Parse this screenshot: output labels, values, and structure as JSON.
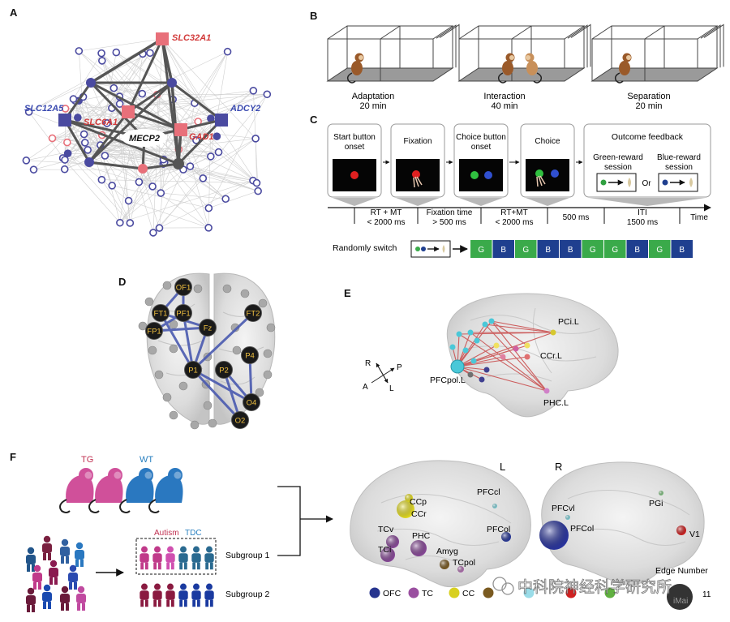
{
  "panels": {
    "a": "A",
    "b": "B",
    "c": "C",
    "d": "D",
    "e": "E",
    "f": "F"
  },
  "panel_a": {
    "center_gene": "MECP2",
    "genes_red": [
      "SLC32A1",
      "SLC6A1",
      "GAD1"
    ],
    "genes_blue": [
      "SLC12A5",
      "ADCY2"
    ],
    "colors": {
      "red": "#e8707a",
      "blue": "#4a4aa0",
      "edge_dark": "#555555",
      "edge_light": "#cfcfcf"
    }
  },
  "panel_b": {
    "stages": [
      {
        "name": "Adaptation",
        "duration": "20 min"
      },
      {
        "name": "Interaction",
        "duration": "40 min"
      },
      {
        "name": "Separation",
        "duration": "20 min"
      }
    ]
  },
  "panel_c": {
    "boxes": {
      "start": [
        "Start button",
        "onset"
      ],
      "fixation": "Fixation",
      "choice_onset": [
        "Choice button",
        "onset"
      ],
      "choice": "Choice",
      "outcome": "Outcome feedback",
      "green_session": [
        "Green-reward",
        "session"
      ],
      "blue_session": [
        "Blue-reward",
        "session"
      ],
      "or": "Or"
    },
    "timeline": [
      [
        "RT + MT",
        "< 2000 ms"
      ],
      [
        "Fixation time",
        "> 500 ms"
      ],
      [
        "RT+MT",
        "< 2000 ms"
      ],
      [
        "500 ms"
      ],
      [
        "ITI",
        "1500 ms"
      ]
    ],
    "time_label": "Time",
    "switch_label": "Randomly switch",
    "sequence": [
      "G",
      "B",
      "G",
      "B",
      "B",
      "G",
      "G",
      "B",
      "G",
      "B"
    ],
    "colors": {
      "green": "#3aaa4a",
      "blue": "#1f3f8f"
    }
  },
  "panel_d": {
    "electrodes": [
      "OF1",
      "FT1",
      "PF1",
      "FP1",
      "Fz",
      "FT2",
      "P4",
      "P1",
      "P2",
      "O4",
      "O2"
    ]
  },
  "panel_e": {
    "regions": [
      "PCi.L",
      "CCr.L",
      "PFCpol.L",
      "PHC.L"
    ],
    "axes": {
      "r": "R",
      "p": "P",
      "a": "A",
      "l": "L"
    }
  },
  "panel_f": {
    "tg": "TG",
    "wt": "WT",
    "autism": "Autism",
    "tdc": "TDC",
    "subgroup1": "Subgroup 1",
    "subgroup2": "Subgroup 2",
    "hemi_left": "L",
    "hemi_right": "R",
    "left_labels": [
      "CCp",
      "CCr",
      "PFCcl",
      "TCv",
      "PHC",
      "PFCol",
      "TCi",
      "Amyg",
      "TCpol"
    ],
    "right_labels": [
      "PFCvl",
      "PGi",
      "PFCol",
      "V1"
    ],
    "edge_number": "Edge Number",
    "legend": [
      {
        "label": "OFC",
        "color": "#27358f"
      },
      {
        "label": "TC",
        "color": "#9a4fa0"
      },
      {
        "label": "CC",
        "color": "#d8d020"
      },
      {
        "label": "",
        "color": "#7a5a20"
      },
      {
        "label": "",
        "color": "#9adce8"
      },
      {
        "label": "",
        "color": "#d02020"
      },
      {
        "label": "",
        "color": "#60b040"
      }
    ],
    "edge_value": "11",
    "watermark": "中科院神经科学研究所",
    "badge": "iMai"
  }
}
